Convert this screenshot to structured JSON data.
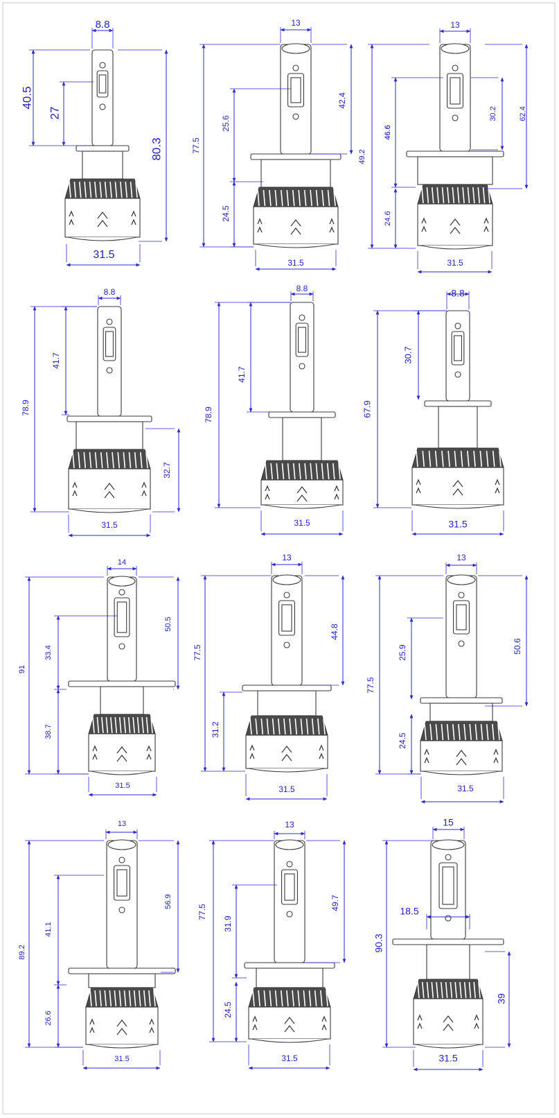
{
  "colors": {
    "dimension": "#2a2ad0",
    "label": "#1f1fc4",
    "outline": "#3a3a3a",
    "heatsink": "#4a4a4a"
  },
  "cells": [
    {
      "name": "bulb-1",
      "labels": [
        "8.8",
        "40.5",
        "27",
        "80.3",
        "31.5"
      ]
    },
    {
      "name": "bulb-2",
      "labels": [
        "13",
        "77.5",
        "25.6",
        "42.4",
        "49.2",
        "24.5",
        "31.5"
      ]
    },
    {
      "name": "bulb-3",
      "labels": [
        "13",
        "46.6",
        "30.2",
        "62.4",
        "24.6",
        "31.5"
      ]
    },
    {
      "name": "bulb-4",
      "labels": [
        "8.8",
        "78.9",
        "41.7",
        "32.7",
        "31.5"
      ]
    },
    {
      "name": "bulb-5",
      "labels": [
        "8.8",
        "78.9",
        "41.7",
        "31.5"
      ]
    },
    {
      "name": "bulb-6",
      "labels": [
        "8.8",
        "30.7",
        "67.9",
        "31.5"
      ]
    },
    {
      "name": "bulb-7",
      "labels": [
        "14",
        "91",
        "33.4",
        "50.5",
        "38.7",
        "31.5"
      ]
    },
    {
      "name": "bulb-8",
      "labels": [
        "13",
        "77.5",
        "44.8",
        "31.2",
        "31.5"
      ]
    },
    {
      "name": "bulb-9",
      "labels": [
        "13",
        "77.5",
        "25.9",
        "50.6",
        "24.5",
        "31.5"
      ]
    },
    {
      "name": "bulb-10",
      "labels": [
        "13",
        "89.2",
        "41.1",
        "56.9",
        "26.6",
        "31.5"
      ]
    },
    {
      "name": "bulb-11",
      "labels": [
        "13",
        "77.5",
        "31.9",
        "49.7",
        "24.5",
        "31.5"
      ]
    },
    {
      "name": "bulb-12",
      "labels": [
        "15",
        "18.5",
        "90.3",
        "39",
        "31.5"
      ]
    }
  ]
}
